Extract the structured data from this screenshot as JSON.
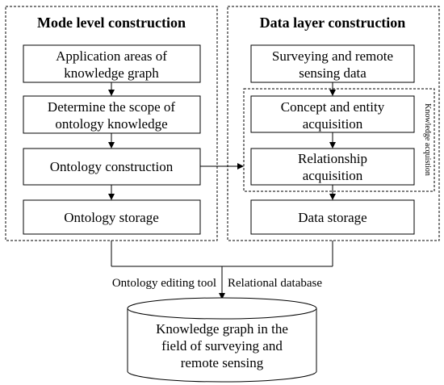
{
  "left_panel": {
    "title": "Mode  level construction",
    "boxes": [
      {
        "lines": [
          "Application areas of",
          "knowledge graph"
        ]
      },
      {
        "lines": [
          "Determine the scope of",
          "ontology knowledge"
        ]
      },
      {
        "lines": [
          "Ontology construction"
        ]
      },
      {
        "lines": [
          "Ontology storage"
        ]
      }
    ]
  },
  "right_panel": {
    "title": "Data layer construction",
    "boxes": [
      {
        "lines": [
          "Surveying and remote",
          "sensing data"
        ]
      },
      {
        "lines": [
          "Concept and entity",
          "acquisition"
        ]
      },
      {
        "lines": [
          "Relationship",
          "acquisition"
        ]
      },
      {
        "lines": [
          "Data storage"
        ]
      }
    ],
    "group_label": "Knowledge acquistion"
  },
  "links": {
    "left_label": "Ontology editing tool",
    "right_label": "Relational database"
  },
  "storage": {
    "lines": [
      "Knowledge graph in the",
      "field of surveying and",
      "remote sensing"
    ]
  }
}
